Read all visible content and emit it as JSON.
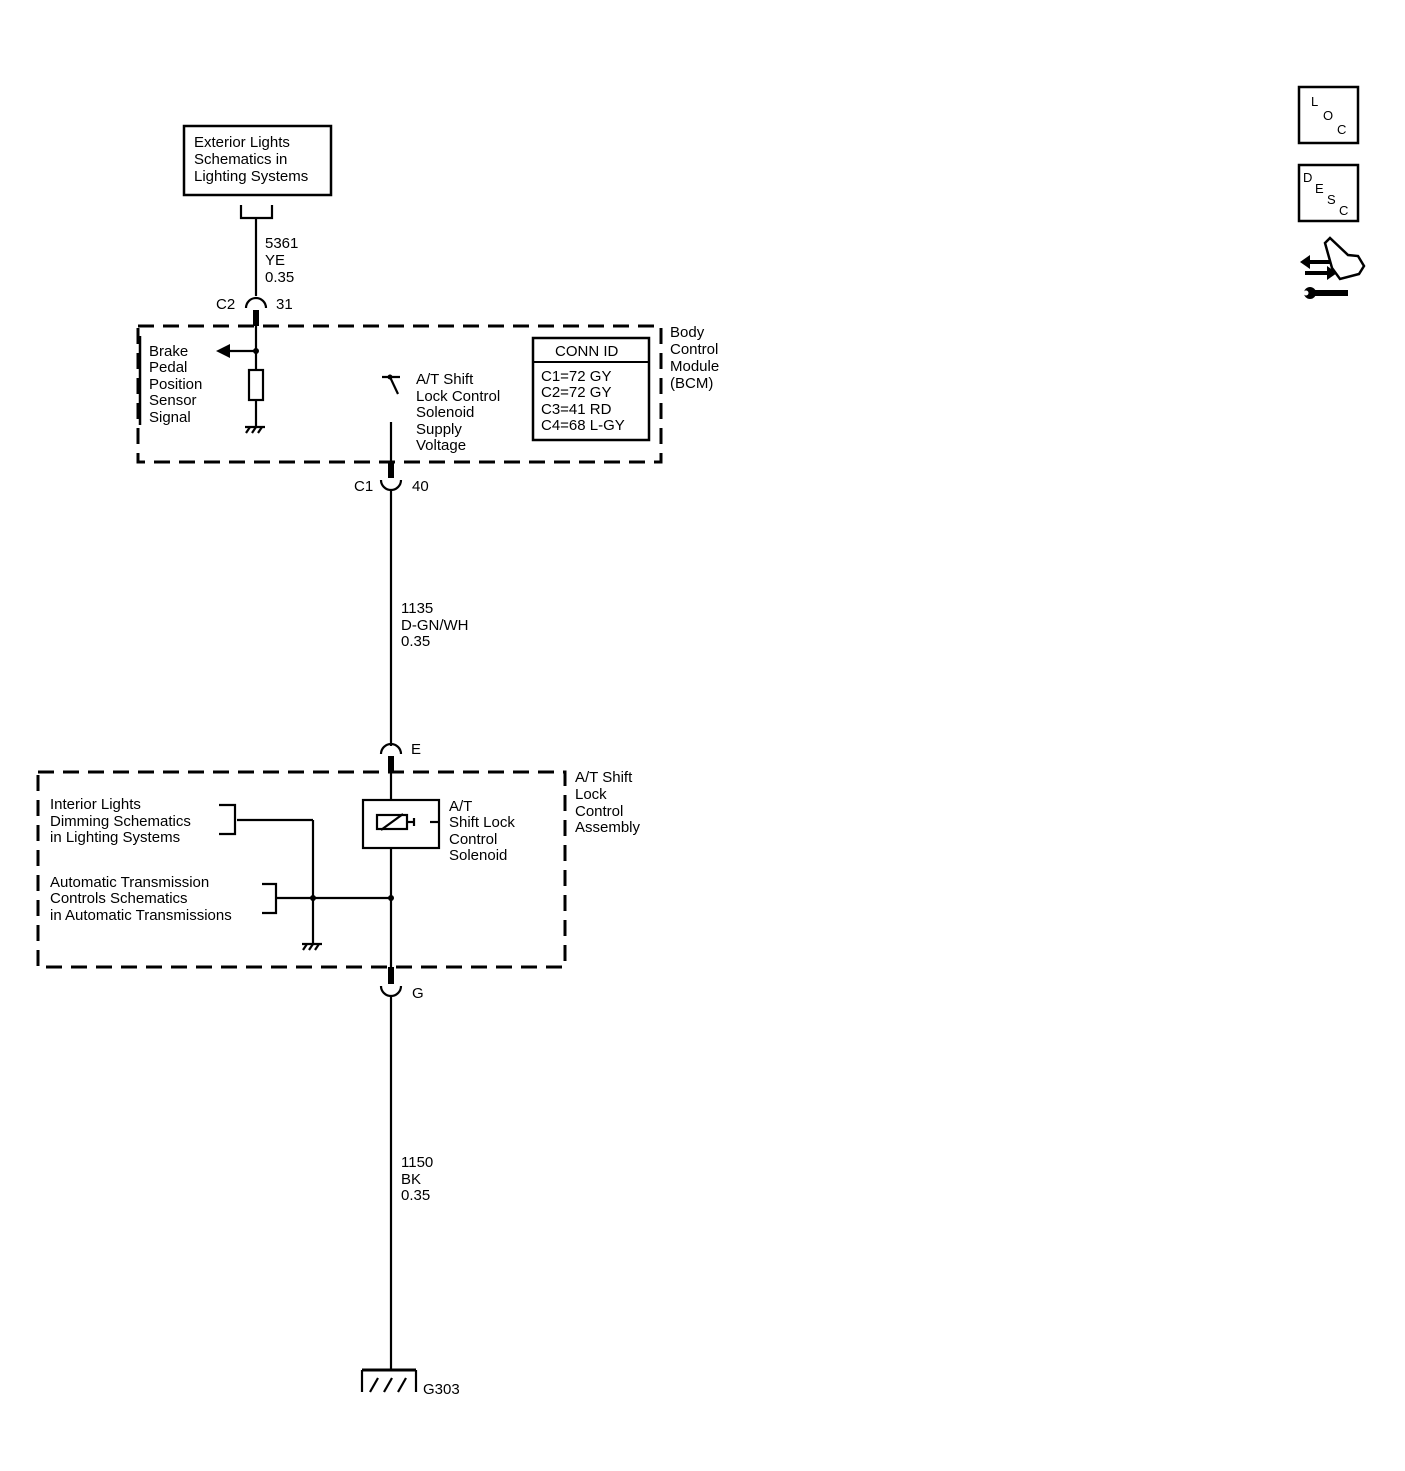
{
  "ref_boxes": {
    "exterior_lights": [
      "Exterior Lights",
      "Schematics in",
      "Lighting Systems"
    ]
  },
  "wires": {
    "w5361": {
      "circuit": "5361",
      "color": "YE",
      "gauge": "0.35"
    },
    "w1135": {
      "circuit": "1135",
      "color": "D-GN/WH",
      "gauge": "0.35"
    },
    "w1150": {
      "circuit": "1150",
      "color": "BK",
      "gauge": "0.35"
    }
  },
  "connectors": {
    "c2": {
      "name": "C2",
      "pin": "31"
    },
    "c1": {
      "name": "C1",
      "pin": "40"
    },
    "e": {
      "name": "E"
    },
    "g": {
      "name": "G"
    }
  },
  "bcm": {
    "title": [
      "Body",
      "Control",
      "Module",
      "(BCM)"
    ],
    "brake_signal": [
      "Brake",
      "Pedal",
      "Position",
      "Sensor",
      "Signal"
    ],
    "solenoid_supply": [
      "A/T Shift",
      "Lock Control",
      "Solenoid",
      "Supply",
      "Voltage"
    ],
    "conn_id": {
      "header": "CONN ID",
      "rows": [
        "C1=72 GY",
        "C2=72 GY",
        "C3=41 RD",
        "C4=68 L-GY"
      ]
    }
  },
  "shift_lock": {
    "title": [
      "A/T Shift",
      "Lock",
      "Control",
      "Assembly"
    ],
    "solenoid": [
      "A/T",
      "Shift Lock",
      "Control",
      "Solenoid"
    ],
    "interior_ref": [
      "Interior Lights",
      "Dimming Schematics",
      "in Lighting Systems"
    ],
    "trans_ref": [
      "Automatic Transmission",
      "Controls Schematics",
      "in Automatic Transmissions"
    ]
  },
  "ground": {
    "name": "G303"
  },
  "side_icons": {
    "loc": [
      "L",
      "O",
      "C"
    ],
    "desc": [
      "D",
      "E",
      "S",
      "C"
    ],
    "icon_name": "connector-repair-icon"
  }
}
